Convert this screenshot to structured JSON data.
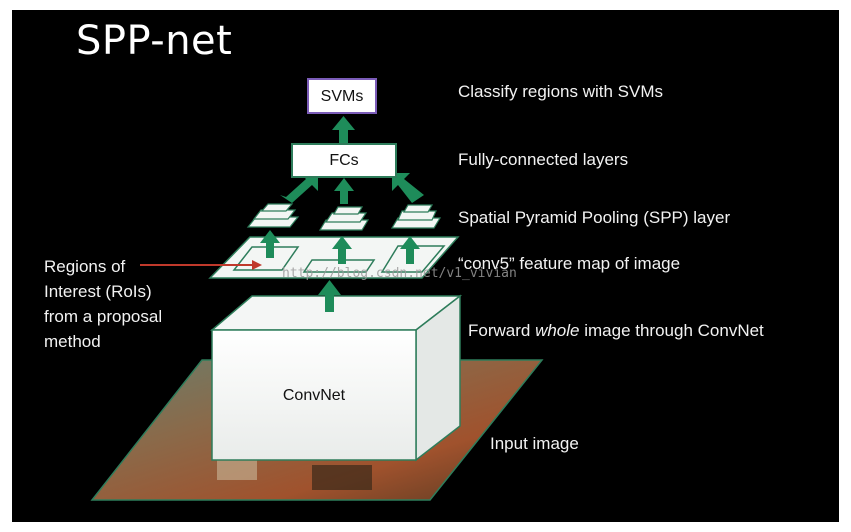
{
  "title": "SPP-net",
  "boxes": {
    "svms": "SVMs",
    "fcs": "FCs",
    "convnet": "ConvNet"
  },
  "labels": {
    "classify": "Classify regions with SVMs",
    "fully_connected": "Fully-connected layers",
    "spp": "Spatial Pyramid Pooling (SPP) layer",
    "conv5": "“conv5” feature map of image",
    "forward_prefix": "Forward ",
    "forward_em": "whole",
    "forward_suffix": " image through ConvNet",
    "input": "Input image"
  },
  "rois_lines": [
    "Regions of",
    "Interest (RoIs)",
    "from a proposal",
    "method"
  ],
  "watermark": "http://blog.csdn.net/v1_vivian",
  "colors": {
    "background": "#000000",
    "arrow_green": "#1e8c5a",
    "box_border_green": "#2e7d5b",
    "svm_border": "#7b5cb8",
    "roi_arrow": "#c0392b"
  }
}
